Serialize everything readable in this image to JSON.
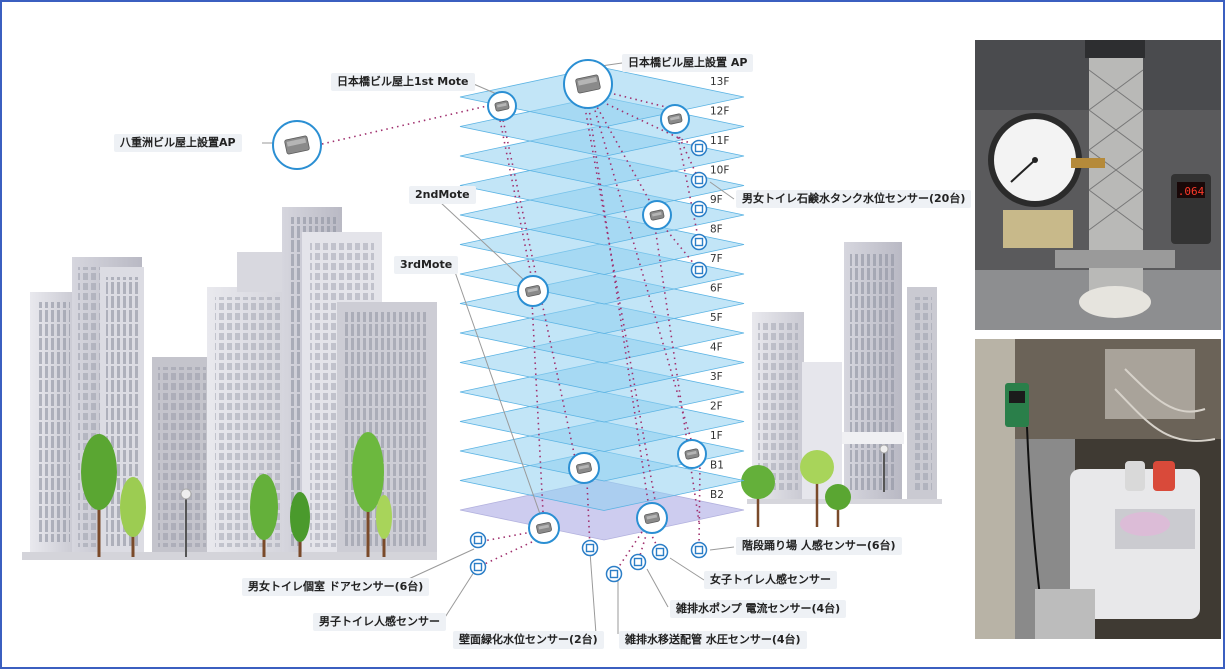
{
  "labels": {
    "ap_nihonbashi": "日本橋ビル屋上設置 AP",
    "mote_1st": "日本橋ビル屋上1st Mote",
    "ap_yaesu": "八重洲ビル屋上設置AP",
    "mote_2nd": "2ndMote",
    "mote_3rd": "3rdMote",
    "tank_sensor": "男女トイレ石鹸水タンク水位センサー(20台)",
    "stair_sensor": "階段踊り場 人感センサー(6台)",
    "women_sensor": "女子トイレ人感センサー",
    "pump_sensor": "雑排水ポンプ 電流センサー(4台)",
    "pipe_sensor": "雑排水移送配管 水圧センサー(4台)",
    "green_wall_sensor": "壁面緑化水位センサー(2台)",
    "men_sensor": "男子トイレ人感センサー",
    "door_sensor": "男女トイレ個室 ドアセンサー(6台)"
  },
  "floors": [
    "13F",
    "12F",
    "11F",
    "10F",
    "9F",
    "8F",
    "7F",
    "6F",
    "5F",
    "4F",
    "3F",
    "2F",
    "1F",
    "B1",
    "B2"
  ],
  "colors": {
    "floor_fill": "#8fd0f0",
    "floor_edge": "#5bb3e3",
    "basement_fill": "#c4c3ec",
    "link_line": "#a0306e",
    "leader_line": "#999999",
    "frame": "#3b5fc0"
  },
  "icons": {
    "ap": "router-icon",
    "mote": "mote-device-icon",
    "sensor": "sensor-node-icon",
    "pressure_gauge": "pressure-gauge-photo",
    "equipment_box": "equipment-box-photo"
  },
  "photo_readout": ".064"
}
